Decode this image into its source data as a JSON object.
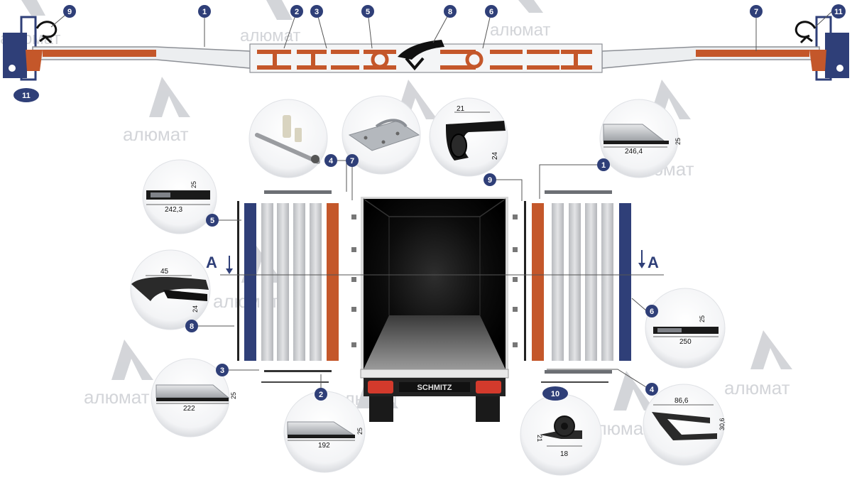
{
  "watermark": {
    "text": "алюмат",
    "color": "#b9bcc2"
  },
  "colors": {
    "navy": "#2f3f78",
    "orange": "#c4572a",
    "aluminium": "#c7c9cc",
    "rubber": "#1c1c1c",
    "van_interior": "#0a0a0a",
    "light_red": "#d33a2c"
  },
  "section": {
    "marker": "A",
    "callouts": [
      "9",
      "1",
      "2",
      "3",
      "5",
      "8",
      "6",
      "7",
      "11",
      "11"
    ]
  },
  "parts": [
    {
      "number": "1",
      "dims": [
        "246,4",
        "25"
      ]
    },
    {
      "number": "2",
      "dims": [
        "192",
        "25"
      ]
    },
    {
      "number": "3",
      "dims": [
        "222",
        "25"
      ]
    },
    {
      "number": "4",
      "dims": [
        "86,6",
        "30,6"
      ]
    },
    {
      "number": "5",
      "dims": [
        "242,3",
        "25"
      ]
    },
    {
      "number": "6",
      "dims": [
        "250",
        "25"
      ]
    },
    {
      "number": "7",
      "dims": []
    },
    {
      "number": "8",
      "dims": [
        "45",
        "24"
      ]
    },
    {
      "number": "9",
      "dims": [
        "21",
        "24"
      ]
    },
    {
      "number": "10",
      "dims": [
        "18",
        "21"
      ]
    }
  ],
  "trailer": {
    "brand": "SCHMITZ"
  }
}
